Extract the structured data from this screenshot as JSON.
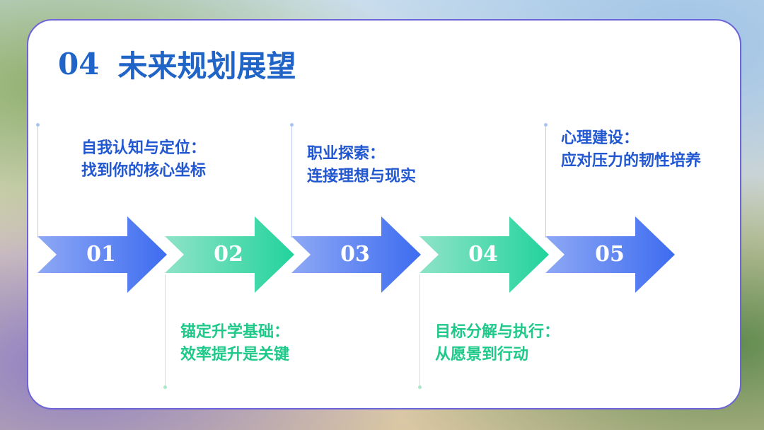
{
  "title": {
    "number": "04",
    "text": "未来规划展望"
  },
  "steps": [
    {
      "num": "01",
      "label": "自我认知与定位：\n找到你的核心坐标",
      "color": "blue"
    },
    {
      "num": "02",
      "label": "锚定升学基础：\n效率提升是关键",
      "color": "green"
    },
    {
      "num": "03",
      "label": "职业探索：\n连接理想与现实",
      "color": "blue"
    },
    {
      "num": "04",
      "label": "目标分解与执行：\n从愿景到行动",
      "color": "green"
    },
    {
      "num": "05",
      "label": "心理建设：\n应对压力的韧性培养",
      "color": "blue"
    }
  ],
  "colors": {
    "title": "#1f64c6",
    "blue": "#2157d0",
    "green": "#1fc98a",
    "border": "#6c63d8"
  }
}
